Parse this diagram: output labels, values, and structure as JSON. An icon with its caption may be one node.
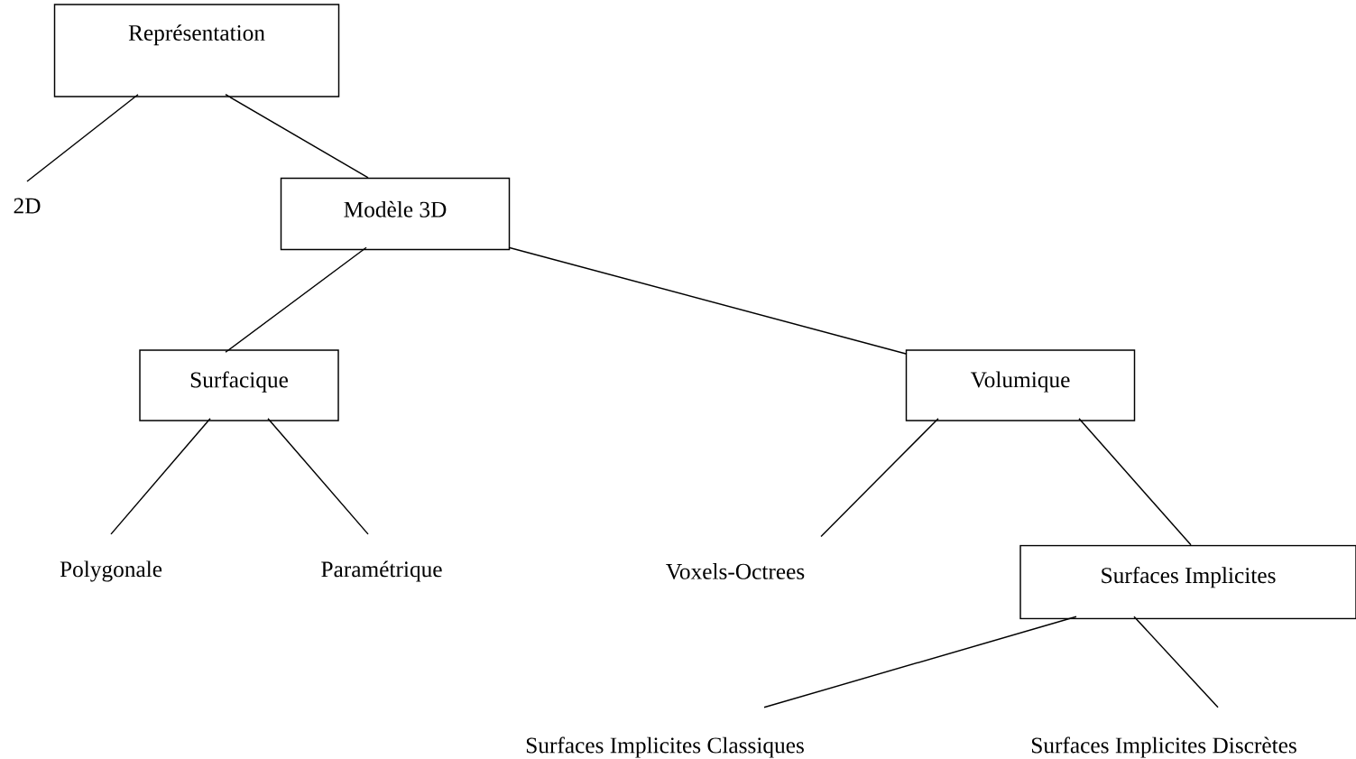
{
  "diagram": {
    "nodes": [
      {
        "text": [
          "Représentation"
        ]
      },
      {
        "text": [
          "2D"
        ]
      },
      {
        "text": [
          "Modèle 3D"
        ]
      },
      {
        "text": [
          "Surfacique"
        ]
      },
      {
        "text": [
          "Volumique"
        ]
      },
      {
        "text": [
          "Polygonale"
        ]
      },
      {
        "text": [
          "Paramétrique"
        ]
      },
      {
        "text": [
          "Voxels-Octrees"
        ]
      },
      {
        "text": [
          "Surfaces Implicites"
        ]
      },
      {
        "text": [
          "Surfaces Implicites Classiques"
        ]
      },
      {
        "text": [
          "Surfaces Implicites Discrètes"
        ]
      }
    ],
    "edges": [
      {
        "from": 0,
        "to": 1,
        "arrow": "none"
      },
      {
        "from": 0,
        "to": 2,
        "arrow": "none"
      },
      {
        "from": 2,
        "to": 3,
        "arrow": "none"
      },
      {
        "from": 2,
        "to": 4,
        "arrow": "none"
      },
      {
        "from": 3,
        "to": 5,
        "arrow": "none"
      },
      {
        "from": 3,
        "to": 6,
        "arrow": "none"
      },
      {
        "from": 4,
        "to": 7,
        "arrow": "none"
      },
      {
        "from": 4,
        "to": 8,
        "arrow": "none"
      },
      {
        "from": 8,
        "to": 9,
        "arrow": "none"
      },
      {
        "from": 8,
        "to": 10,
        "arrow": "none"
      }
    ]
  }
}
